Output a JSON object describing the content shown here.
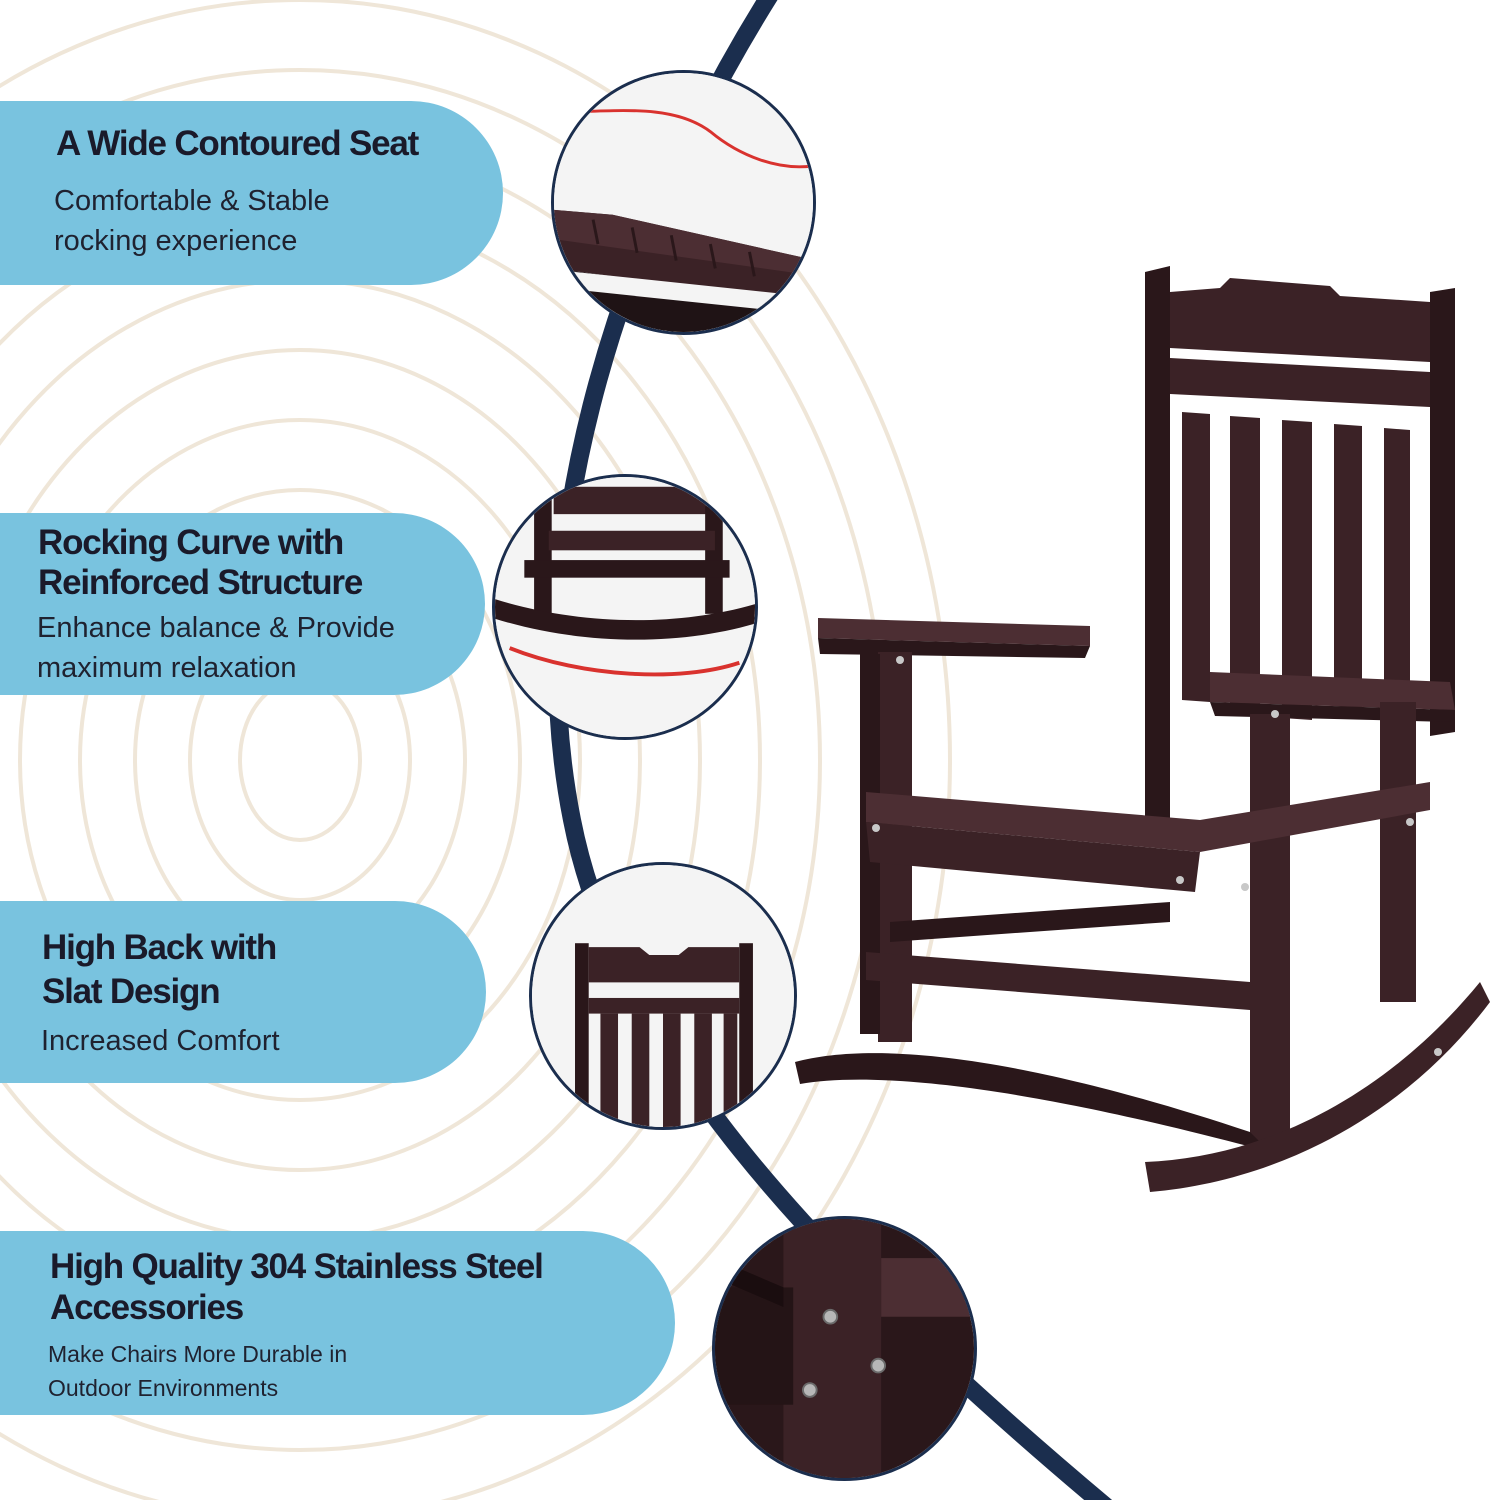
{
  "colors": {
    "pill": "#79c3df",
    "arc": "#1b2e4e",
    "chair": "#3b2226",
    "chair_dark": "#2a171a",
    "chair_light": "#4c2e33",
    "rings": "#efe6d8",
    "accent_curve": "#d9322e"
  },
  "features": [
    {
      "title_lines": [
        "A Wide Contoured Seat"
      ],
      "desc_lines": [
        "Comfortable & Stable",
        "rocking experience"
      ],
      "icon": "seat-detail-icon"
    },
    {
      "title_lines": [
        "Rocking Curve with",
        "Reinforced Structure"
      ],
      "desc_lines": [
        "Enhance balance & Provide",
        "maximum relaxation"
      ],
      "icon": "rocker-detail-icon"
    },
    {
      "title_lines": [
        "High Back with",
        "Slat Design"
      ],
      "desc_lines": [
        "Increased Comfort"
      ],
      "icon": "backrest-detail-icon"
    },
    {
      "title_lines": [
        "High Quality 304 Stainless Steel",
        "Accessories"
      ],
      "desc_lines": [
        " Make Chairs More Durable in",
        "Outdoor Environments"
      ],
      "icon": "screws-detail-icon"
    }
  ]
}
